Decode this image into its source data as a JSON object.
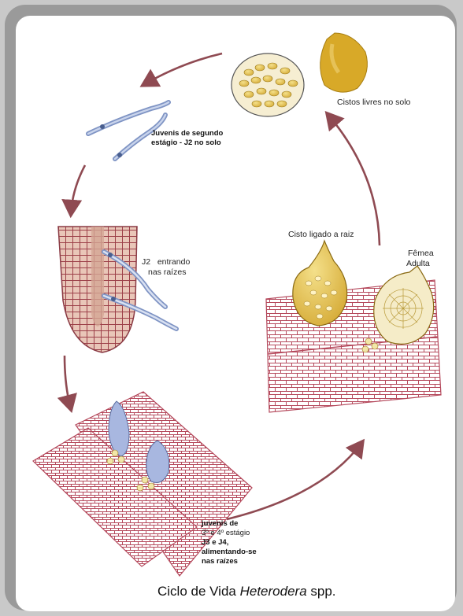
{
  "labels": {
    "cistos_livres": "Cistos livres no solo",
    "juvenis_segundo_1": "Juvenis de segundo",
    "juvenis_segundo_2": "estágio - J2 no solo",
    "j2_entrando_1": "J2   entrando",
    "j2_entrando_2": "nas raízes",
    "cisto_ligado": "Cisto ligado a raiz",
    "femea_1": "Fêmea",
    "femea_2": "Adulta",
    "j3j4_1": "juvenis de",
    "j3j4_2": "3º e 4º estágio",
    "j3j4_3": "J3 e J4,",
    "j3j4_4": "alimentando-se",
    "j3j4_5": "nas raízes"
  },
  "caption": {
    "prefix": "Ciclo de Vida ",
    "genus": "Heterodera",
    "suffix": " spp."
  },
  "colors": {
    "arrow": "#8f4a52",
    "tissue": "#b5495c",
    "cyst_yellow": "#e6c85a",
    "nematode_blue": "#9aaed6"
  }
}
